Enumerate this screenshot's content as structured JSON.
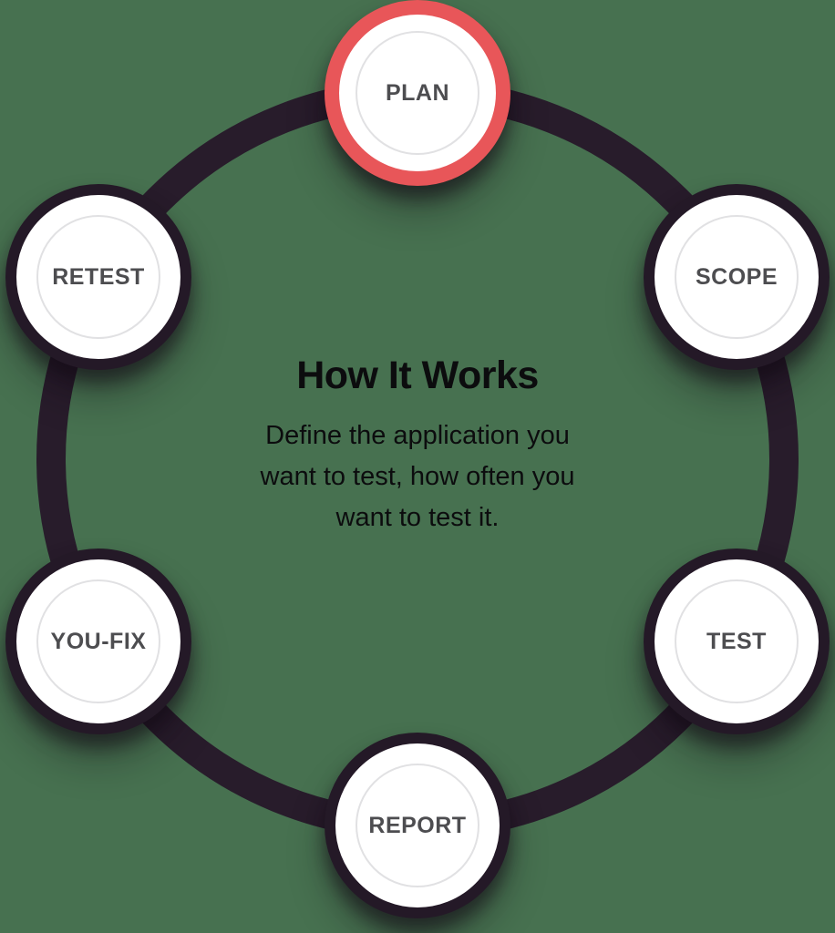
{
  "colors": {
    "background": "#477150",
    "ring": "#281C2B",
    "node_border": "#241927",
    "active_node_border": "#E85659",
    "node_fill": "#FFFFFF",
    "node_label": "#4D4D50",
    "text": "#0C0C0E",
    "inner_ring": "#E1E1E3"
  },
  "center": {
    "title": "How It Works",
    "description": "Define the application you want to test, how often you want to test it.",
    "description_lines": [
      "Define the application you",
      "want to test, how often you",
      "want to test it."
    ]
  },
  "steps": [
    {
      "label": "PLAN",
      "state": "active"
    },
    {
      "label": "SCOPE",
      "state": "default"
    },
    {
      "label": "TEST",
      "state": "default"
    },
    {
      "label": "REPORT",
      "state": "default"
    },
    {
      "label": "YOU-FIX",
      "state": "default"
    },
    {
      "label": "RETEST",
      "state": "default"
    }
  ]
}
